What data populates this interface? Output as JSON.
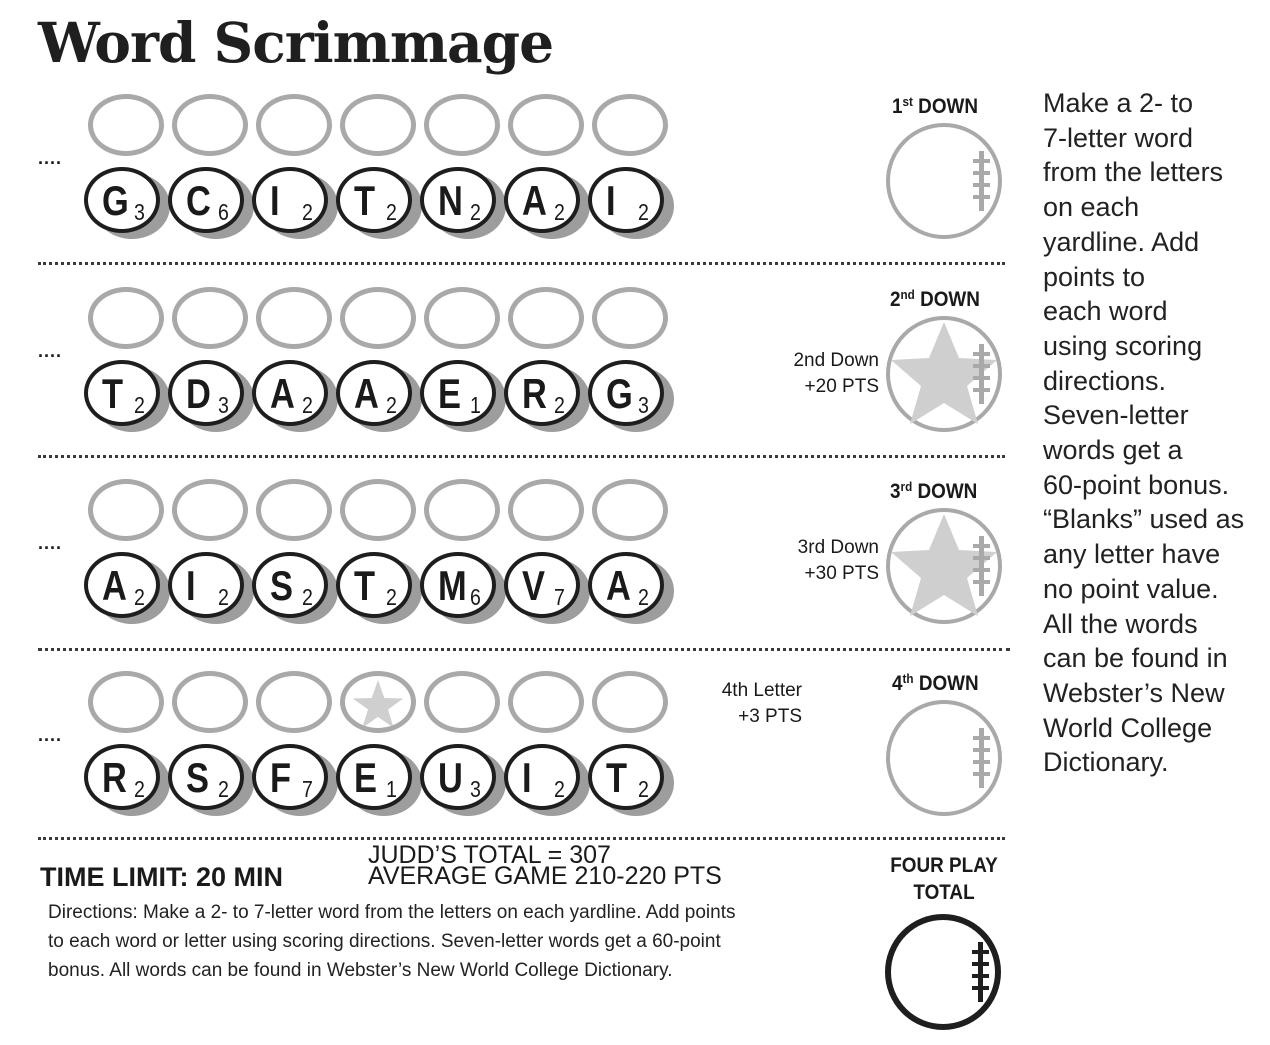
{
  "title": "Word Scrimmage",
  "row_marker": "....",
  "rows": [
    {
      "down_ordinal": "1",
      "down_suffix": "st",
      "down_word": "DOWN",
      "tiles": [
        {
          "letter": "G",
          "points": "3"
        },
        {
          "letter": "C",
          "points": "6"
        },
        {
          "letter": "I",
          "points": "2"
        },
        {
          "letter": "T",
          "points": "2"
        },
        {
          "letter": "N",
          "points": "2"
        },
        {
          "letter": "A",
          "points": "2"
        },
        {
          "letter": "I",
          "points": "2"
        }
      ]
    },
    {
      "down_ordinal": "2",
      "down_suffix": "nd",
      "down_word": "DOWN",
      "bonus_line1": "2nd Down",
      "bonus_line2": "+20 PTS",
      "tiles": [
        {
          "letter": "T",
          "points": "2"
        },
        {
          "letter": "D",
          "points": "3"
        },
        {
          "letter": "A",
          "points": "2"
        },
        {
          "letter": "A",
          "points": "2"
        },
        {
          "letter": "E",
          "points": "1"
        },
        {
          "letter": "R",
          "points": "2"
        },
        {
          "letter": "G",
          "points": "3"
        }
      ]
    },
    {
      "down_ordinal": "3",
      "down_suffix": "rd",
      "down_word": "DOWN",
      "bonus_line1": "3rd Down",
      "bonus_line2": "+30 PTS",
      "tiles": [
        {
          "letter": "A",
          "points": "2"
        },
        {
          "letter": "I",
          "points": "2"
        },
        {
          "letter": "S",
          "points": "2"
        },
        {
          "letter": "T",
          "points": "2"
        },
        {
          "letter": "M",
          "points": "6"
        },
        {
          "letter": "V",
          "points": "7"
        },
        {
          "letter": "A",
          "points": "2"
        }
      ]
    },
    {
      "down_ordinal": "4",
      "down_suffix": "th",
      "down_word": "DOWN",
      "bonus_line1": "4th Letter",
      "bonus_line2": "+3 PTS",
      "tiles": [
        {
          "letter": "R",
          "points": "2"
        },
        {
          "letter": "S",
          "points": "2"
        },
        {
          "letter": "F",
          "points": "7"
        },
        {
          "letter": "E",
          "points": "1"
        },
        {
          "letter": "U",
          "points": "3"
        },
        {
          "letter": "I",
          "points": "2"
        },
        {
          "letter": "T",
          "points": "2"
        }
      ]
    }
  ],
  "side_instructions": [
    "Make a 2- to",
    "7-letter word",
    "from the letters",
    "on each",
    "yardline. Add",
    "points to",
    "each word",
    "using scoring",
    "directions.",
    "Seven-letter",
    "words get a",
    "60-point bonus.",
    "“Blanks” used as",
    "any letter have",
    "no point value.",
    "All the words",
    "can be found in",
    "Webster’s New",
    "World College",
    "Dictionary."
  ],
  "footer": {
    "time_limit": "TIME LIMIT: 20 MIN",
    "judds_total": "JUDD’S TOTAL = 307",
    "average_game": "AVERAGE GAME 210-220 PTS",
    "directions_lines": [
      "Directions: Make a 2- to 7-letter word from the letters on each yardline. Add points",
      "to each word or letter using scoring directions. Seven-letter words get a 60-point",
      "bonus. All words can be found in Webster’s New World College Dictionary."
    ],
    "four_play_line1": "FOUR PLAY",
    "four_play_line2": "TOTAL"
  },
  "colors": {
    "ink": "#1e1e1e",
    "blank_outline": "#a9a9a9",
    "star_fill": "#cfcfcf",
    "tile_shadow": "#9d9d9d"
  },
  "icons": {
    "football": "football-icon",
    "star": "star-icon"
  }
}
